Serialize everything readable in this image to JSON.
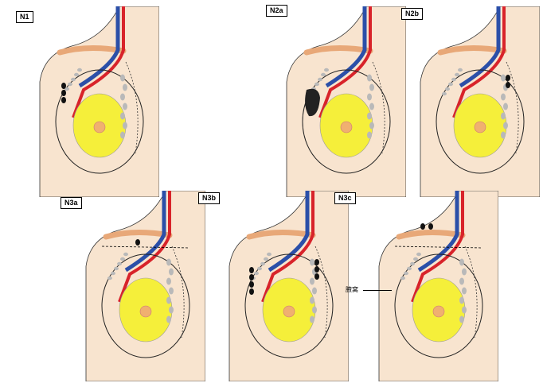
{
  "panels": [
    {
      "label": "N1",
      "nodes": "axilla-few"
    },
    {
      "label": "N2a",
      "nodes": "axilla-matted"
    },
    {
      "label": "N2b",
      "nodes": "internal-mammary"
    },
    {
      "label": "N3a",
      "nodes": "infraclavicular"
    },
    {
      "label": "N3b",
      "nodes": "axilla-and-internal-mammary"
    },
    {
      "label": "N3c",
      "nodes": "supraclavicular"
    }
  ],
  "annotations": {
    "axilla": "腋窝"
  },
  "colors": {
    "skin": "#f8e4cf",
    "artery": "#d8232a",
    "vein": "#2b4fa8",
    "tumor": "#f5ef3a",
    "clavicle": "#e8a878",
    "node": "#b9b9b9",
    "node_involved": "#111111"
  }
}
